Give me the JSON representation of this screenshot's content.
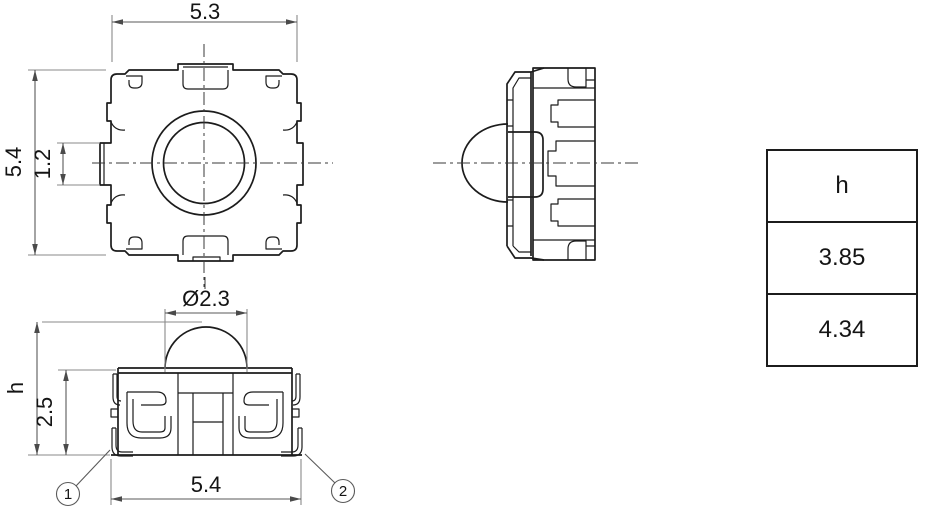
{
  "top_view": {
    "dim_width": "5.3",
    "dim_depth": "5.4",
    "dim_side_terminal": "1.2"
  },
  "front_view": {
    "dim_plunger_diameter": "Ø2.3",
    "dim_total_height": "h",
    "dim_body_height": "2.5",
    "dim_width": "5.4",
    "callout_1": "1",
    "callout_2": "2"
  },
  "spec_table": {
    "header": "h",
    "rows": [
      "3.85",
      "4.34"
    ]
  },
  "colors": {
    "line": "#1c1c1c",
    "dim_line": "#5a5a5a",
    "background": "#ffffff"
  }
}
